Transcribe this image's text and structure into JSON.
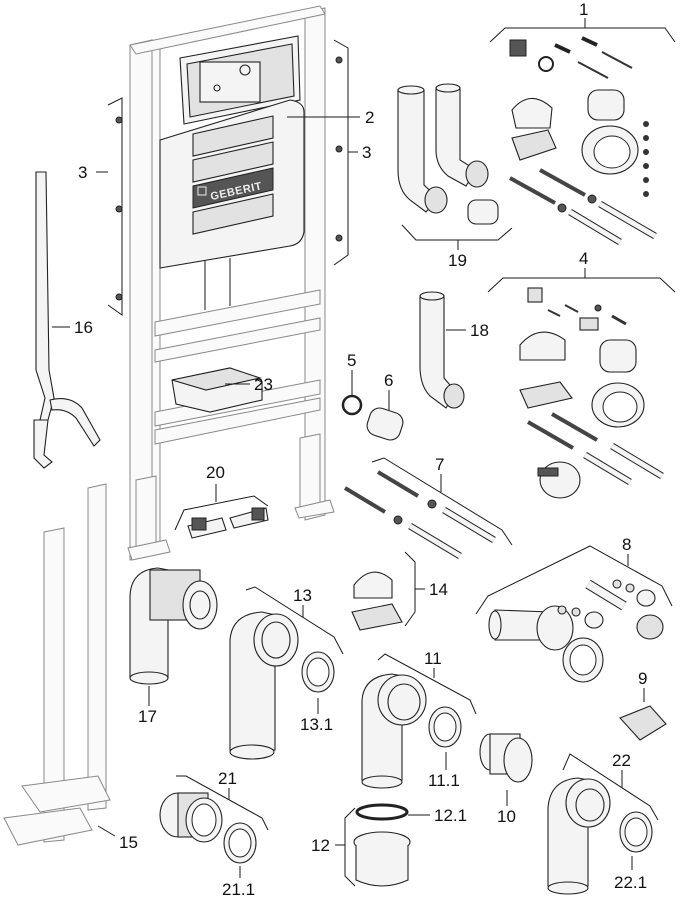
{
  "diagram": {
    "type": "exploded-parts-drawing",
    "brand_mark": "GEBERIT",
    "callouts": [
      {
        "id": "1",
        "text": "1",
        "part": "mounting-kit-fixings"
      },
      {
        "id": "2",
        "text": "2",
        "part": "cistern-cover-plate"
      },
      {
        "id": "3L",
        "text": "3",
        "part": "frame-screws-left"
      },
      {
        "id": "3R",
        "text": "3",
        "part": "frame-screws-right"
      },
      {
        "id": "4",
        "text": "4",
        "part": "connection-set"
      },
      {
        "id": "5",
        "text": "5",
        "part": "seal-ring"
      },
      {
        "id": "6",
        "text": "6",
        "part": "pipe-sleeve"
      },
      {
        "id": "7",
        "text": "7",
        "part": "threaded-rods-set"
      },
      {
        "id": "8",
        "text": "8",
        "part": "connector-set"
      },
      {
        "id": "9",
        "text": "9",
        "part": "clip-part"
      },
      {
        "id": "10",
        "text": "10",
        "part": "adapter-sleeve"
      },
      {
        "id": "11",
        "text": "11",
        "part": "connection-bend-90"
      },
      {
        "id": "11.1",
        "text": "11.1",
        "part": "bend-seal"
      },
      {
        "id": "12",
        "text": "12",
        "part": "reducer-connector"
      },
      {
        "id": "12.1",
        "text": "12.1",
        "part": "reducer-seal"
      },
      {
        "id": "13",
        "text": "13",
        "part": "connection-bend-long"
      },
      {
        "id": "13.1",
        "text": "13.1",
        "part": "bend-long-seal"
      },
      {
        "id": "14",
        "text": "14",
        "part": "pipe-clamp"
      },
      {
        "id": "15",
        "text": "15",
        "part": "floor-stands"
      },
      {
        "id": "16",
        "text": "16",
        "part": "flush-pipe"
      },
      {
        "id": "17",
        "text": "17",
        "part": "flexible-bend"
      },
      {
        "id": "18",
        "text": "18",
        "part": "flush-bend"
      },
      {
        "id": "19",
        "text": "19",
        "part": "flush-pipe-set"
      },
      {
        "id": "20",
        "text": "20",
        "part": "feet-plates"
      },
      {
        "id": "21",
        "text": "21",
        "part": "connector-straight"
      },
      {
        "id": "21.1",
        "text": "21.1",
        "part": "connector-seal"
      },
      {
        "id": "22",
        "text": "22",
        "part": "connection-bend-short"
      },
      {
        "id": "22.1",
        "text": "22.1",
        "part": "bend-short-seal"
      },
      {
        "id": "23",
        "text": "23",
        "part": "control-module"
      }
    ]
  }
}
